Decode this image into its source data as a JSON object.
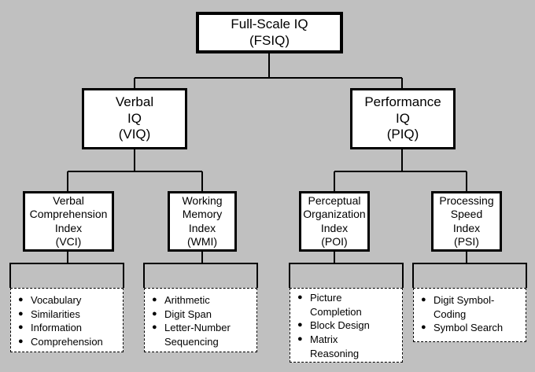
{
  "root": {
    "name": "Full-Scale IQ",
    "abbr": "(FSIQ)"
  },
  "verbal": {
    "line1": "Verbal",
    "line2": "IQ",
    "abbr": "(VIQ)"
  },
  "performance": {
    "line1": "Performance",
    "line2": "IQ",
    "abbr": "(PIQ)"
  },
  "indices": [
    {
      "lines": [
        "Verbal",
        "Comprehension",
        "Index",
        "(VCI)"
      ],
      "subtests": [
        "Vocabulary",
        "Similarities",
        "Information",
        "Comprehension"
      ]
    },
    {
      "lines": [
        "Working",
        "Memory",
        "Index",
        "(WMI)"
      ],
      "subtests": [
        "Arithmetic",
        "Digit Span",
        "Letter-Number\nSequencing"
      ]
    },
    {
      "lines": [
        "Perceptual",
        "Organization",
        "Index",
        "(POI)"
      ],
      "subtests": [
        "Picture\nCompletion",
        "Block Design",
        "Matrix\nReasoning"
      ]
    },
    {
      "lines": [
        "Processing",
        "Speed",
        "Index",
        "(PSI)"
      ],
      "subtests": [
        "Digit Symbol-\nCoding",
        "Symbol Search"
      ]
    }
  ],
  "colors": {
    "background": "#c0c0c0",
    "box_fill": "#ffffff",
    "line": "#000000"
  }
}
